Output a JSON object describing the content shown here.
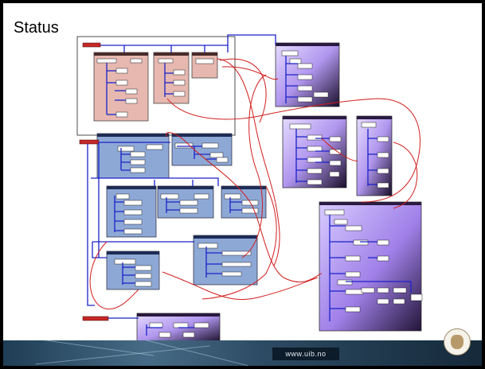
{
  "slide": {
    "title": "Status",
    "footer_url": "www.uib.no"
  },
  "colors": {
    "pink_panel": "#e6b8b0",
    "blue_panel": "#8ea8d6",
    "purple_panel": "#b49af0",
    "connector": "#1b22c8",
    "annotation": "#d21e1e",
    "red_tag": "#c62828"
  },
  "icons": {
    "seal": "university-seal-icon"
  },
  "diagram": {
    "groups": [
      "pink",
      "blue",
      "purple"
    ],
    "red_tags": 3,
    "annotation": "freehand-red-links"
  }
}
